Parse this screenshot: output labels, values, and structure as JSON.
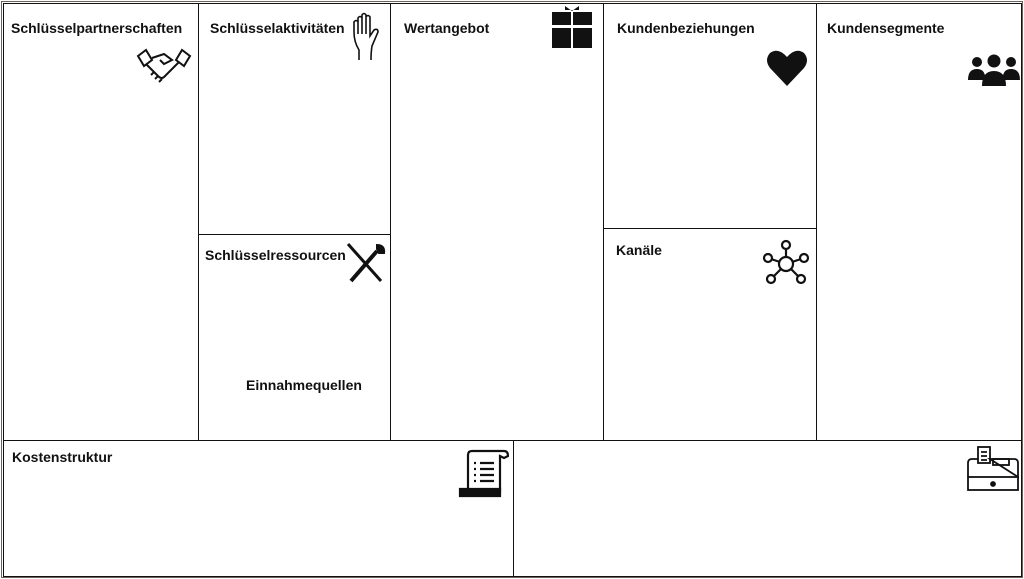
{
  "canvas": {
    "key_partners": {
      "label": "Schlüsselpartnerschaften",
      "icon": "handshake-icon"
    },
    "key_activities": {
      "label": "Schlüsselaktivitäten",
      "icon": "hand-icon"
    },
    "key_resources": {
      "label": "Schlüsselressourcen",
      "icon": "tools-icon"
    },
    "value_proposition": {
      "label": "Wertangebot",
      "icon": "gift-icon"
    },
    "customer_relationships": {
      "label": "Kundenbeziehungen",
      "icon": "heart-icon"
    },
    "channels": {
      "label": "Kanäle",
      "icon": "network-icon"
    },
    "customer_segments": {
      "label": "Kundensegmente",
      "icon": "users-icon"
    },
    "cost_structure": {
      "label": "Kostenstruktur",
      "icon": "receipt-icon"
    },
    "revenue_streams": {
      "label": "Einnahmequellen",
      "icon": "cash-register-icon"
    }
  }
}
